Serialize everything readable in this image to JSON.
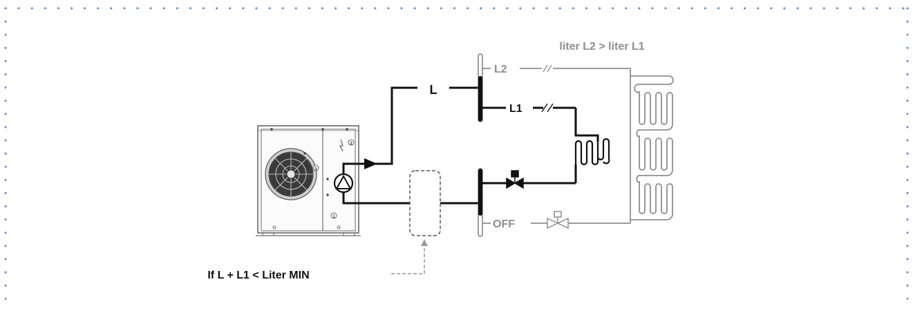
{
  "labels": {
    "l": "L",
    "l1": "L1",
    "l2": "L2",
    "off": "OFF",
    "condition_top": "liter L2 > liter L1",
    "condition_bottom": "If L + L1 < Liter MIN"
  },
  "unit_markers": {
    "fan_number": "5",
    "elec_number": "2",
    "lower_number": "1"
  },
  "colors": {
    "border_dots": "#5b8fd6",
    "line_dark": "#111111",
    "line_grey": "#8e8e8e"
  }
}
